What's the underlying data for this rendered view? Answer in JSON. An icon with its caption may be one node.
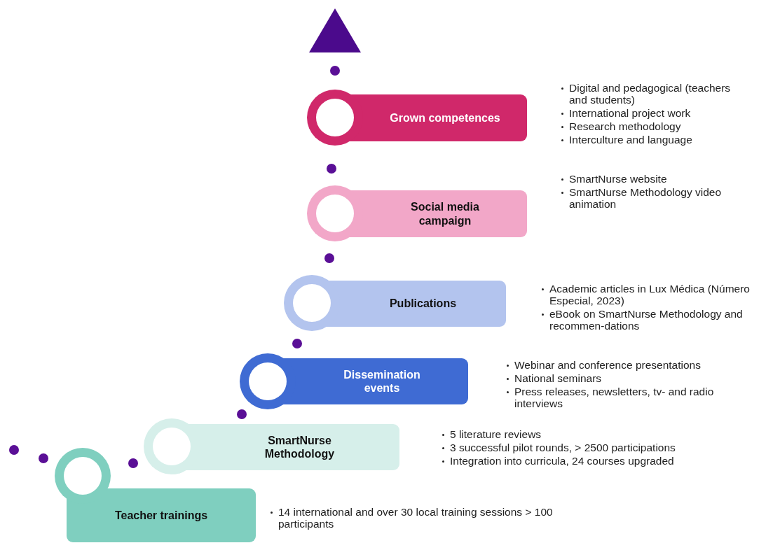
{
  "diagram": {
    "nodes": [
      {
        "text": [
          "Grown competences"
        ],
        "beside": [
          "Digital and pedagogical (teachers and students)",
          "International project work",
          "Research methodology",
          "Interculture and language"
        ]
      },
      {
        "text": [
          "Social media campaign"
        ],
        "beside": [
          "SmartNurse website",
          "SmartNurse Methodology video animation"
        ]
      },
      {
        "text": [
          "Publications"
        ],
        "beside": [
          "Academic articles in Lux Médica (Número Especial, 2023)",
          "eBook on SmartNurse Methodology and recommen-dations"
        ]
      },
      {
        "text": [
          "Dissemination events"
        ],
        "beside": [
          "Webinar and conference presentations",
          "National seminars",
          "Press releases, newsletters, tv- and radio interviews"
        ]
      },
      {
        "text": [
          "SmartNurse Methodology"
        ],
        "beside": [
          "5 literature reviews",
          "3 successful pilot rounds, > 2500 participations",
          "Integration into curricula, 24 courses upgraded"
        ]
      },
      {
        "text": [
          "Teacher trainings"
        ],
        "beside": [
          "14 international and over 30 local training sessions > 100 participants"
        ]
      }
    ]
  }
}
